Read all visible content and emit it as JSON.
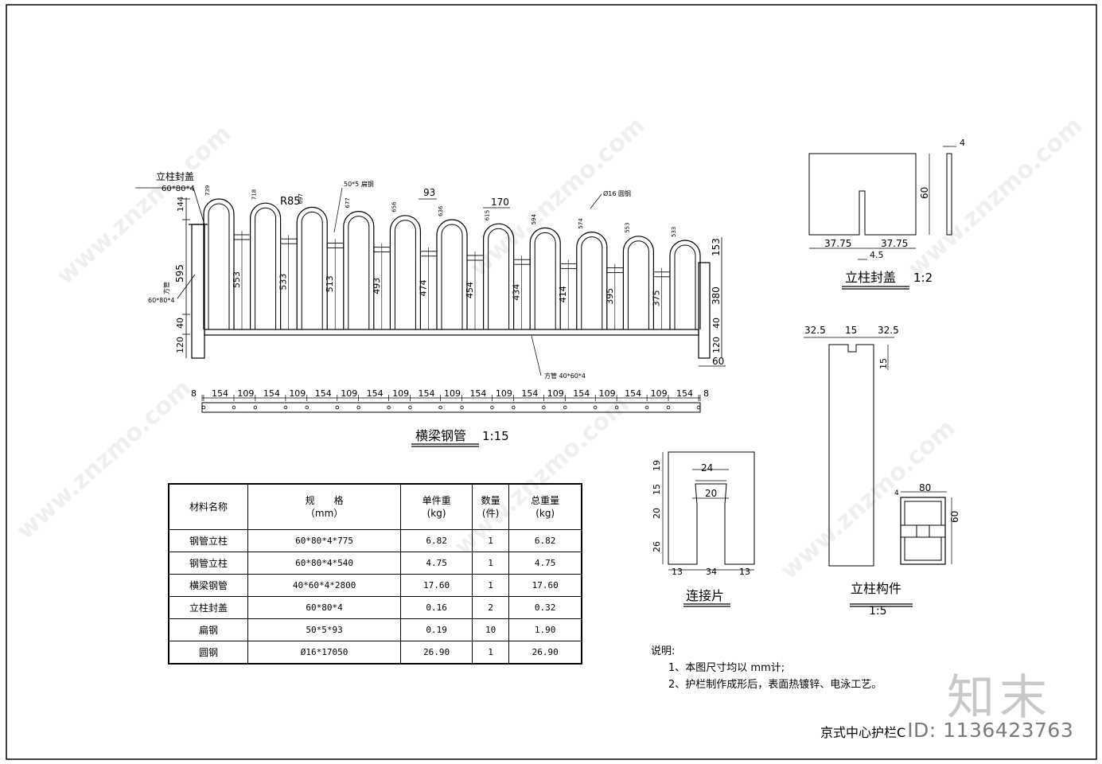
{
  "drawing": {
    "fence_post_cap_label": "立柱封盖",
    "fence_post_cap_spec": "60*80*4",
    "side_post_label": "方管",
    "side_post_spec": "60*80*4",
    "flat_steel_label": "50*5 扁钢",
    "round_steel_label": "Ø16 圆钢",
    "beam_label": "方管 40*60*4",
    "radius_label": "R85",
    "arch_heights": [
      "739",
      "718",
      "697",
      "677",
      "656",
      "636",
      "615",
      "594",
      "574",
      "553",
      "533"
    ],
    "arch_inner_heights": [
      "553",
      "533",
      "513",
      "493",
      "474",
      "454",
      "434",
      "414",
      "395",
      "375"
    ],
    "dim_top_144": "144",
    "dim_595": "595",
    "dim_40": "40",
    "dim_120": "120",
    "dim_153": "153",
    "dim_380": "380",
    "dim_right_40": "40",
    "dim_right_120": "120",
    "dim_60": "60",
    "dim_93": "93",
    "dim_170": "170",
    "beam_spacing": [
      "8",
      "154",
      "109",
      "154",
      "109",
      "154",
      "109",
      "154",
      "109",
      "154",
      "109",
      "154",
      "109",
      "154",
      "109",
      "154",
      "109",
      "154",
      "109",
      "154",
      "8"
    ],
    "beam_title": "横梁钢管",
    "beam_scale": "1:15"
  },
  "cap_detail": {
    "dim_4": "4",
    "dim_60": "60",
    "dim_left": "37.75",
    "dim_right": "37.75",
    "dim_slot": "4.5",
    "title": "立柱封盖",
    "scale": "1:2"
  },
  "connector": {
    "dim_24": "24",
    "dim_20": "20",
    "dim_19": "19",
    "dim_15": "15",
    "dim_20v": "20",
    "dim_26": "26",
    "dim_13l": "13",
    "dim_34": "34",
    "dim_13r": "13",
    "title": "连接片"
  },
  "post_part": {
    "dim_325l": "32.5",
    "dim_15": "15",
    "dim_325r": "32.5",
    "dim_15v": "15",
    "dim_80": "80",
    "dim_4": "4",
    "dim_60": "60",
    "title": "立柱构件",
    "scale": "1:5"
  },
  "table": {
    "headers": [
      {
        "l1": "材料名称",
        "l2": ""
      },
      {
        "l1": "规　　格",
        "l2": "（mm）"
      },
      {
        "l1": "单件重",
        "l2": "(kg)"
      },
      {
        "l1": "数量",
        "l2": "(件)"
      },
      {
        "l1": "总重量",
        "l2": "(kg)"
      }
    ],
    "rows": [
      [
        "钢管立柱",
        "60*80*4*775",
        "6.82",
        "1",
        "6.82"
      ],
      [
        "钢管立柱",
        "60*80*4*540",
        "4.75",
        "1",
        "4.75"
      ],
      [
        "横梁钢管",
        "40*60*4*2800",
        "17.60",
        "1",
        "17.60"
      ],
      [
        "立柱封盖",
        "60*80*4",
        "0.16",
        "2",
        "0.32"
      ],
      [
        "扁钢",
        "50*5*93",
        "0.19",
        "10",
        "1.90"
      ],
      [
        "圆钢",
        "Ø16*17050",
        "26.90",
        "1",
        "26.90"
      ]
    ]
  },
  "notes": {
    "title": "说明:",
    "line1": "1、本图尺寸均以 mm计;",
    "line2": "2、护栏制作成形后，表面热镀锌、电泳工艺。"
  },
  "footer": {
    "title": "京式中心护栏C",
    "id_label": "ID: 1136423763"
  },
  "watermark": {
    "text": "www.znzmo.com",
    "logo": "知末"
  }
}
